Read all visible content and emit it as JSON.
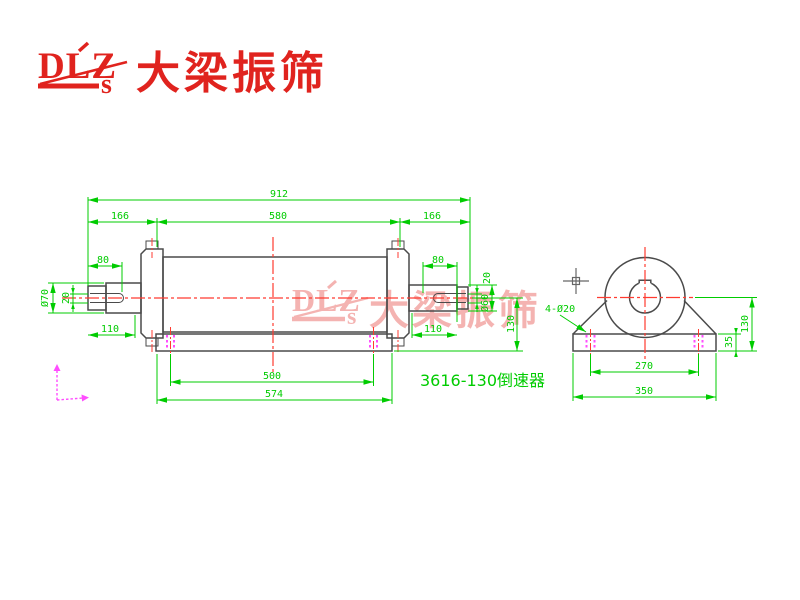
{
  "logo": {
    "brand": "DLZ",
    "initial": "s",
    "company": "大梁振筛"
  },
  "watermark": {
    "brand": "DLZ",
    "initial": "s",
    "company": "大梁振筛"
  },
  "label": "3616-130倒速器",
  "main_view": {
    "dim_overall": "912",
    "dim_left_seg": "166",
    "dim_mid_seg": "580",
    "dim_right_seg": "166",
    "dim_key_len_left": "80",
    "dim_key_len_right": "80",
    "dim_key_w_left": "20",
    "dim_key_w_right": "20",
    "dim_dia_left": "Ø70",
    "dim_dia_right": "Ø60",
    "dim_shaft_left": "110",
    "dim_shaft_right": "110",
    "dim_hole_span": "500",
    "dim_base_len": "574",
    "dim_center_height": "130"
  },
  "end_view": {
    "holes_label": "4-Ø20",
    "dim_hole_span": "270",
    "dim_base_width": "350",
    "dim_base_thickness": "35",
    "dim_center_height": "130"
  },
  "colors": {
    "dimension": "#00cc00",
    "centerline": "#ff3b30",
    "hidden": "#ff4dff",
    "outline": "#4a4a4a",
    "brand": "#e0231e"
  }
}
